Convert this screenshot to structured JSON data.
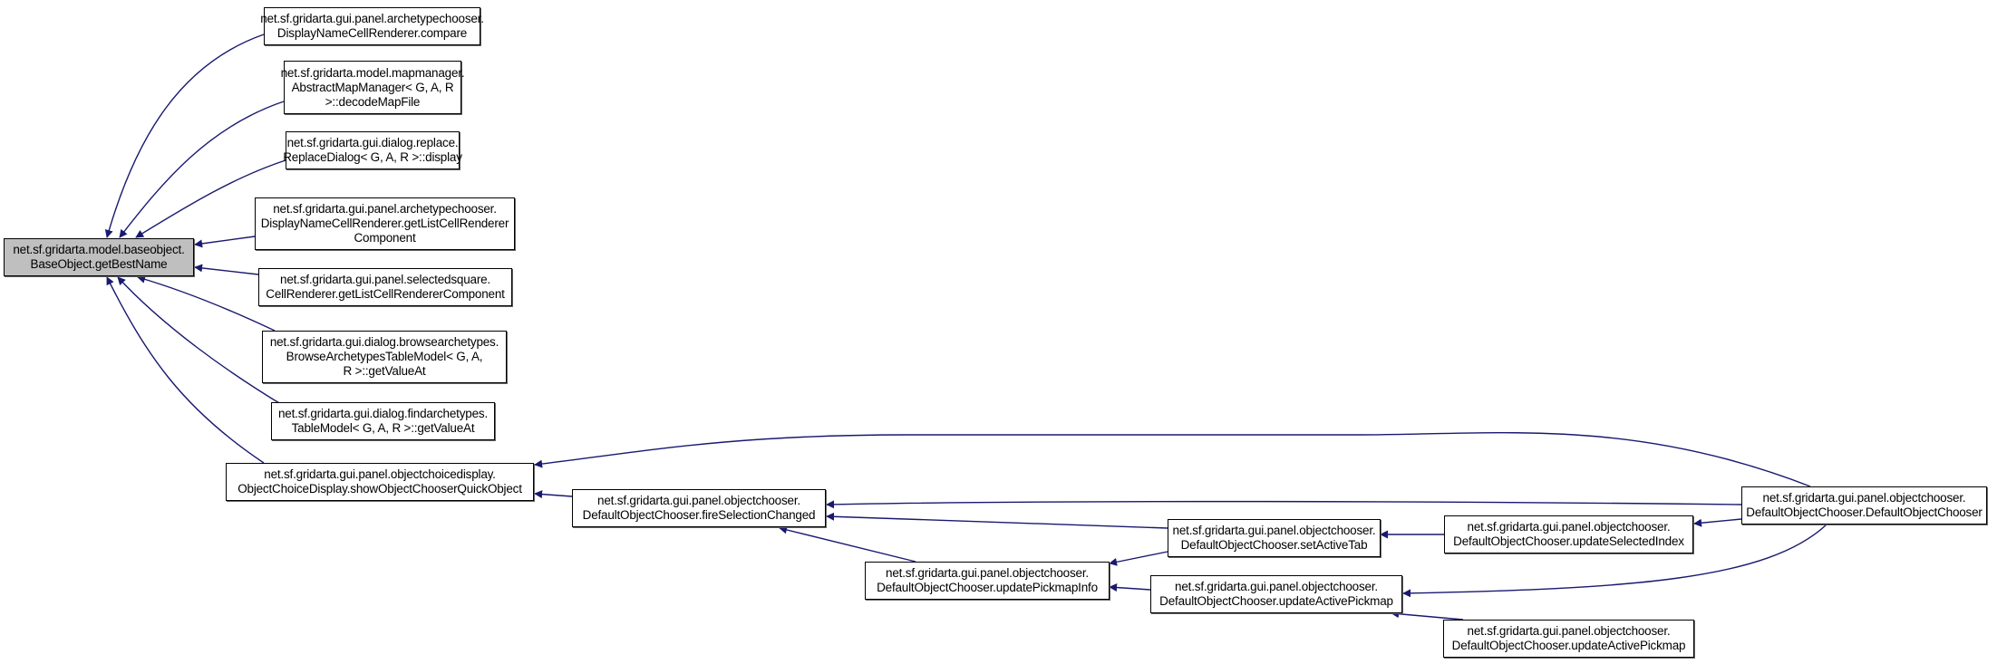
{
  "diagram": {
    "edge_color": "#191970",
    "current_fill": "#bfbfbf",
    "nodes": [
      {
        "id": "getBestName",
        "lines": [
          "net.sf.gridarta.model.baseobject.",
          "BaseObject.getBestName"
        ]
      },
      {
        "id": "compare",
        "lines": [
          "net.sf.gridarta.gui.panel.archetypechooser.",
          "DisplayNameCellRenderer.compare"
        ]
      },
      {
        "id": "decodeMapFile",
        "lines": [
          "net.sf.gridarta.model.mapmanager.",
          "AbstractMapManager< G, A, R",
          ">::decodeMapFile"
        ]
      },
      {
        "id": "display",
        "lines": [
          "net.sf.gridarta.gui.dialog.replace.",
          "ReplaceDialog< G, A, R >::display"
        ]
      },
      {
        "id": "dnGetListCell",
        "lines": [
          "net.sf.gridarta.gui.panel.archetypechooser.",
          "DisplayNameCellRenderer.getListCellRenderer",
          "Component"
        ]
      },
      {
        "id": "ssGetListCell",
        "lines": [
          "net.sf.gridarta.gui.panel.selectedsquare.",
          "CellRenderer.getListCellRendererComponent"
        ]
      },
      {
        "id": "browseGetValueAt",
        "lines": [
          "net.sf.gridarta.gui.dialog.browsearchetypes.",
          "BrowseArchetypesTableModel< G, A,",
          "R >::getValueAt"
        ]
      },
      {
        "id": "findGetValueAt",
        "lines": [
          "net.sf.gridarta.gui.dialog.findarchetypes.",
          "TableModel< G, A, R >::getValueAt"
        ]
      },
      {
        "id": "showQuick",
        "lines": [
          "net.sf.gridarta.gui.panel.objectchoicedisplay.",
          "ObjectChoiceDisplay.showObjectChooserQuickObject"
        ]
      },
      {
        "id": "fireSel",
        "lines": [
          "net.sf.gridarta.gui.panel.objectchooser.",
          "DefaultObjectChooser.fireSelectionChanged"
        ]
      },
      {
        "id": "updPickInfo",
        "lines": [
          "net.sf.gridarta.gui.panel.objectchooser.",
          "DefaultObjectChooser.updatePickmapInfo"
        ]
      },
      {
        "id": "setActiveTab",
        "lines": [
          "net.sf.gridarta.gui.panel.objectchooser.",
          "DefaultObjectChooser.setActiveTab"
        ]
      },
      {
        "id": "updSelIdx",
        "lines": [
          "net.sf.gridarta.gui.panel.objectchooser.",
          "DefaultObjectChooser.updateSelectedIndex"
        ]
      },
      {
        "id": "ctor",
        "lines": [
          "net.sf.gridarta.gui.panel.objectchooser.",
          "DefaultObjectChooser.DefaultObjectChooser"
        ]
      },
      {
        "id": "updActPick1",
        "lines": [
          "net.sf.gridarta.gui.panel.objectchooser.",
          "DefaultObjectChooser.updateActivePickmap"
        ]
      },
      {
        "id": "updActPick2",
        "lines": [
          "net.sf.gridarta.gui.panel.objectchooser.",
          "DefaultObjectChooser.updateActivePickmap"
        ]
      }
    ],
    "edges": [
      {
        "from": "compare",
        "to": "getBestName"
      },
      {
        "from": "decodeMapFile",
        "to": "getBestName"
      },
      {
        "from": "display",
        "to": "getBestName"
      },
      {
        "from": "dnGetListCell",
        "to": "getBestName"
      },
      {
        "from": "ssGetListCell",
        "to": "getBestName"
      },
      {
        "from": "browseGetValueAt",
        "to": "getBestName"
      },
      {
        "from": "findGetValueAt",
        "to": "getBestName"
      },
      {
        "from": "showQuick",
        "to": "getBestName"
      },
      {
        "from": "ctor",
        "to": "showQuick"
      },
      {
        "from": "fireSel",
        "to": "showQuick"
      },
      {
        "from": "ctor",
        "to": "fireSel"
      },
      {
        "from": "setActiveTab",
        "to": "fireSel"
      },
      {
        "from": "updPickInfo",
        "to": "fireSel"
      },
      {
        "from": "updSelIdx",
        "to": "setActiveTab"
      },
      {
        "from": "ctor",
        "to": "updSelIdx"
      },
      {
        "from": "setActiveTab",
        "to": "updPickInfo"
      },
      {
        "from": "updActPick1",
        "to": "updPickInfo"
      },
      {
        "from": "ctor",
        "to": "updActPick1"
      },
      {
        "from": "updActPick2",
        "to": "updActPick1"
      }
    ]
  }
}
